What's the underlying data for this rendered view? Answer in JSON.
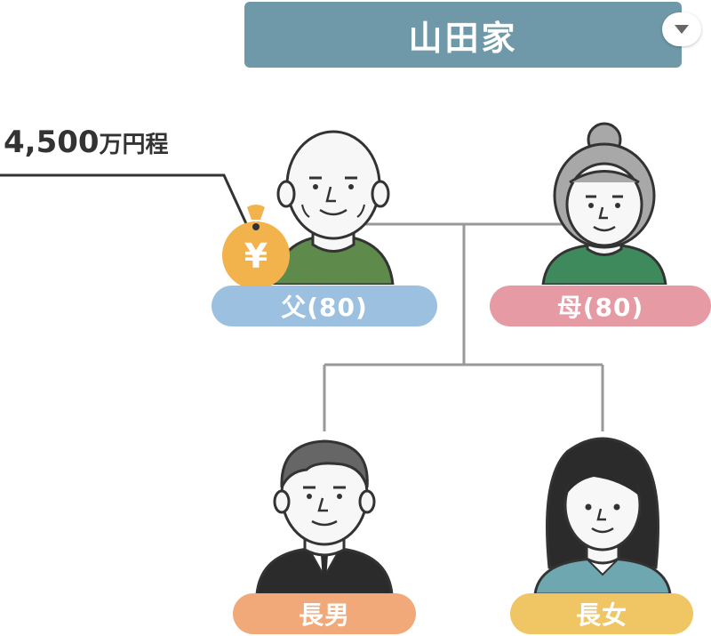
{
  "header": {
    "title": "山田家"
  },
  "asset": {
    "amount": "4,500",
    "unit": "万円程",
    "currency_symbol": "¥"
  },
  "members": {
    "father": {
      "label": "父(80)"
    },
    "mother": {
      "label": "母(80)"
    },
    "son": {
      "label": "長男"
    },
    "daughter": {
      "label": "長女"
    }
  },
  "colors": {
    "title_bar": "#6f99a8",
    "father_label": "#9cc1e0",
    "mother_label": "#e69aa3",
    "son_label": "#f1a97a",
    "daughter_label": "#efc663",
    "money_bag": "#f2b24c",
    "father_shirt": "#5e8a4c",
    "mother_shirt": "#3f8a5c",
    "daughter_shirt": "#6fa7b1",
    "son_suit": "#2b2b2b"
  },
  "icons": {
    "dropdown": "chevron-down-icon",
    "money": "money-bag-icon"
  }
}
